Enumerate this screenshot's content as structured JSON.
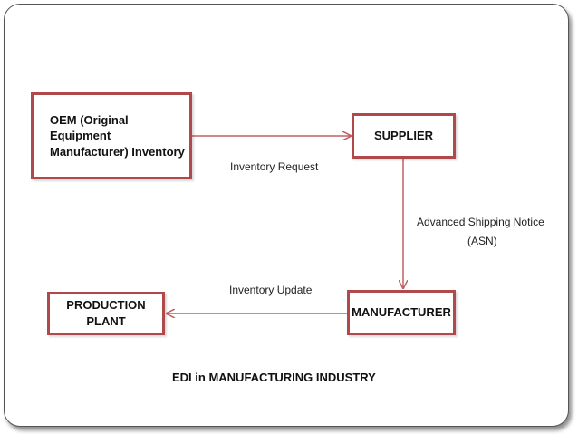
{
  "diagram": {
    "nodes": {
      "oem": {
        "line1": "OEM (Original Equipment",
        "line2": "Manufacturer) Inventory"
      },
      "supplier": {
        "label": "SUPPLIER"
      },
      "manufacturer": {
        "label": "MANUFACTURER"
      },
      "production_plant": {
        "label": "PRODUCTION PLANT"
      }
    },
    "edges": {
      "oem_to_supplier": {
        "label": "Inventory Request"
      },
      "supplier_to_manufacturer": {
        "line1": "Advanced Shipping Notice",
        "line2": "(ASN)"
      },
      "manufacturer_to_production": {
        "label": "Inventory Update"
      }
    },
    "caption": "EDI in MANUFACTURING INDUSTRY",
    "colors": {
      "box_border": "#b04a4a",
      "arrow": "#c06060"
    }
  }
}
